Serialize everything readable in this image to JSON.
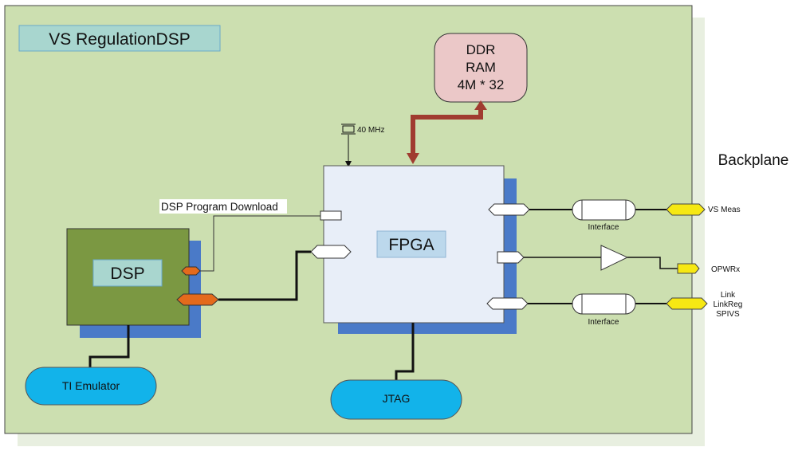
{
  "title": "VS RegulationDSP",
  "backplane_label": "Backplane",
  "blocks": {
    "ddr_ram": [
      "DDR",
      "RAM",
      "4M * 32"
    ],
    "fpga": "FPGA",
    "dsp": "DSP",
    "ti_emulator": "TI Emulator",
    "jtag": "JTAG"
  },
  "clock_label": "40 MHz",
  "dsp_download_label": "DSP Program Download",
  "interfaces": [
    "Interface",
    "Interface"
  ],
  "signals": {
    "vs_meas": "VS Meas",
    "opwrx": "OPWRx",
    "link": [
      "Link",
      "LinkReg",
      "SPIVS"
    ]
  },
  "colors": {
    "board_fill": "#ccdfb0",
    "title_box": "#a8d6cf",
    "ddr_fill": "#ebc8c8",
    "ddr_bus": "#a03c30",
    "fpga_fill": "#e8eef8",
    "fpga_label_fill": "#bcd8ec",
    "shadow_blue": "#4a7ac8",
    "dsp_fill": "#7b9842",
    "dsp_label_fill": "#a9d6cf",
    "dsp_port": "#e46a1c",
    "pill_blue": "#12b3ea",
    "connector_yellow": "#f6e813"
  }
}
